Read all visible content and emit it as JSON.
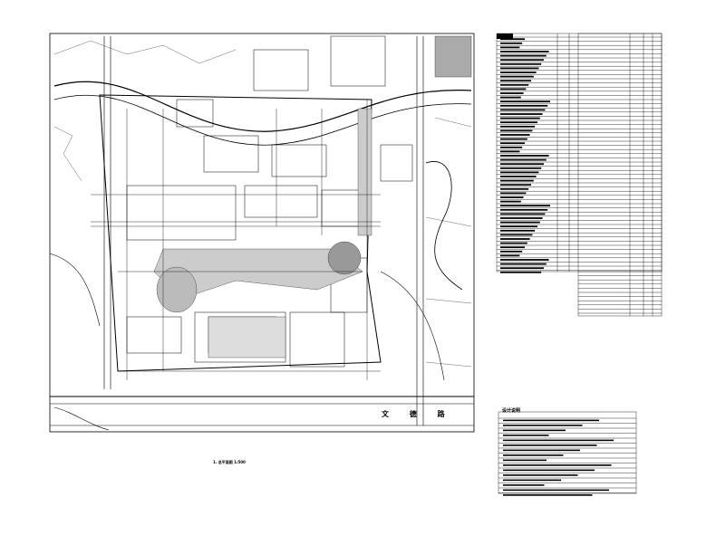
{
  "plan": {
    "street_label": "文 德 路",
    "title": "1. 总平面图 1:500"
  },
  "notes": {
    "title": "设计说明"
  },
  "colors": {
    "linework": "#000000",
    "background": "#ffffff"
  }
}
